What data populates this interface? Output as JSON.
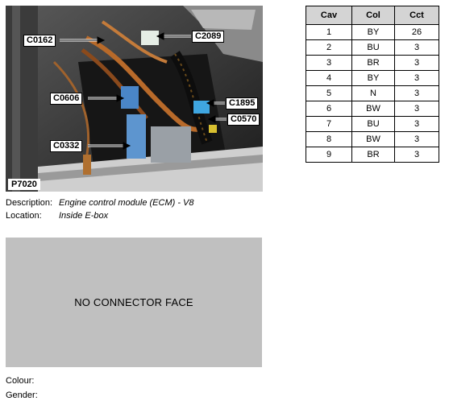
{
  "photo": {
    "id_label": "P7020",
    "callouts": [
      {
        "key": "c0162",
        "label": "C0162"
      },
      {
        "key": "c2089",
        "label": "C2089"
      },
      {
        "key": "c0606",
        "label": "C0606"
      },
      {
        "key": "c1895",
        "label": "C1895"
      },
      {
        "key": "c0570",
        "label": "C0570"
      },
      {
        "key": "c0332",
        "label": "C0332"
      }
    ]
  },
  "description": {
    "label": "Description:",
    "value": "Engine control module (ECM) - V8"
  },
  "location": {
    "label": "Location:",
    "value": "Inside E-box"
  },
  "connector_face": {
    "text": "NO CONNECTOR FACE"
  },
  "colour": {
    "label": "Colour:",
    "value": ""
  },
  "gender": {
    "label": "Gender:",
    "value": ""
  },
  "pin_table": {
    "headers": [
      "Cav",
      "Col",
      "Cct"
    ],
    "rows": [
      [
        "1",
        "BY",
        "26"
      ],
      [
        "2",
        "BU",
        "3"
      ],
      [
        "3",
        "BR",
        "3"
      ],
      [
        "4",
        "BY",
        "3"
      ],
      [
        "5",
        "N",
        "3"
      ],
      [
        "6",
        "BW",
        "3"
      ],
      [
        "7",
        "BU",
        "3"
      ],
      [
        "8",
        "BW",
        "3"
      ],
      [
        "9",
        "BR",
        "3"
      ]
    ]
  }
}
